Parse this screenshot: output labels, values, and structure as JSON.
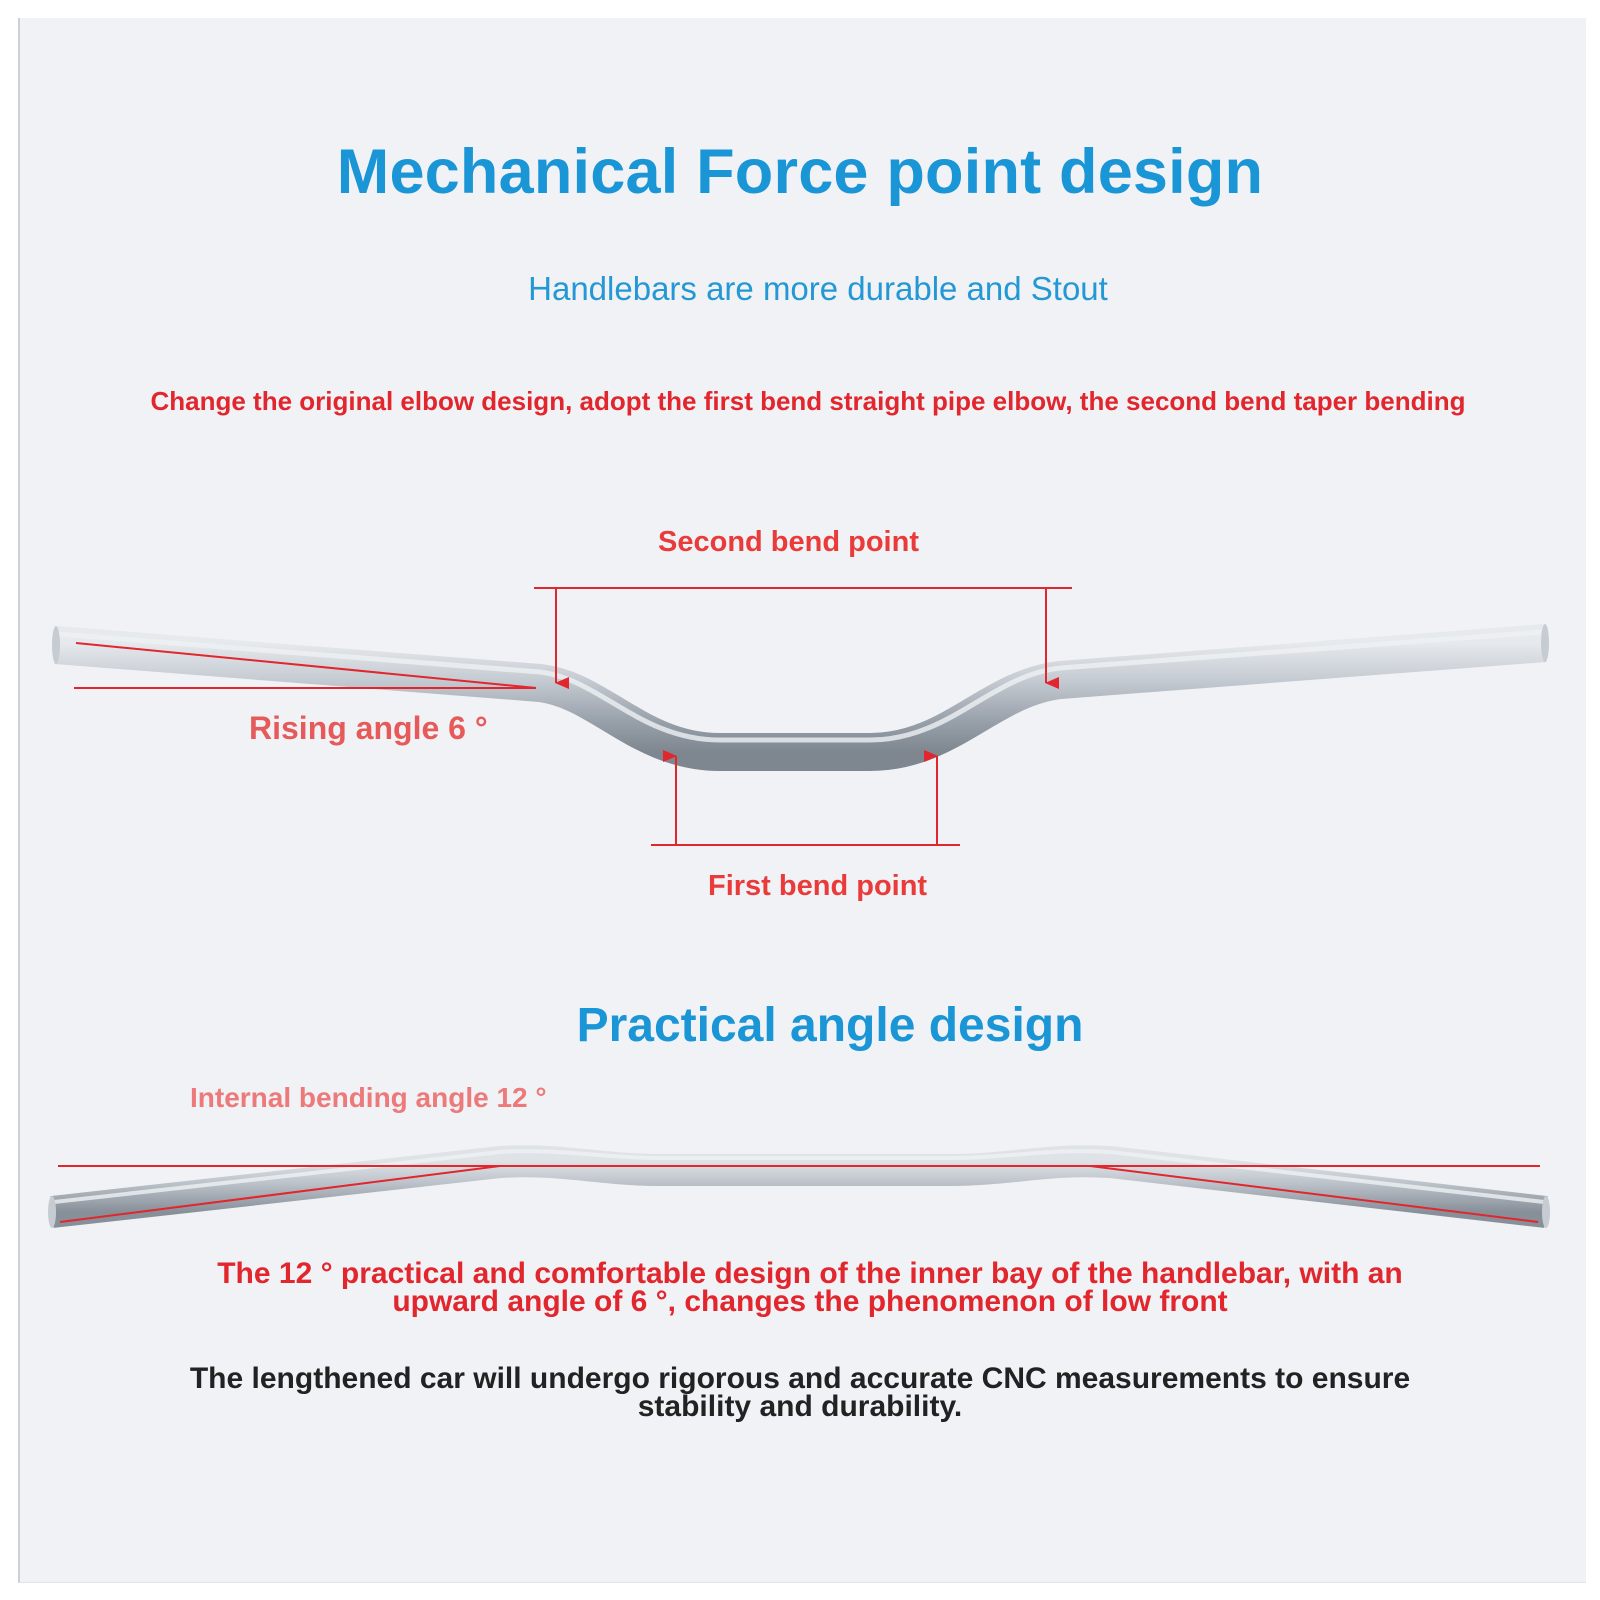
{
  "heading": {
    "title": "Mechanical Force point design",
    "subtitle": "Handlebars are more durable and Stout",
    "change_note": "Change the original elbow design, adopt the first bend straight pipe elbow, the second bend taper bending"
  },
  "riser_diagram": {
    "second_bend_label": "Second bend point",
    "first_bend_label": "First bend point",
    "rising_angle_label": "Rising angle 6 °"
  },
  "angle_section": {
    "title": "Practical angle design",
    "internal_angle_label": "Internal bending angle 12 °",
    "description": "The 12 ° practical and comfortable design of the inner bay of the handlebar, with an upward angle of 6 °, changes the phenomenon of low front",
    "cnc_note": "The lengthened car will undergo rigorous and accurate CNC measurements to ensure stability and durability."
  },
  "colors": {
    "accent_blue": "#1a95d6",
    "accent_red": "#e1262d",
    "bar_silver": "#a9b0b9",
    "background": "#f1f2f5"
  }
}
